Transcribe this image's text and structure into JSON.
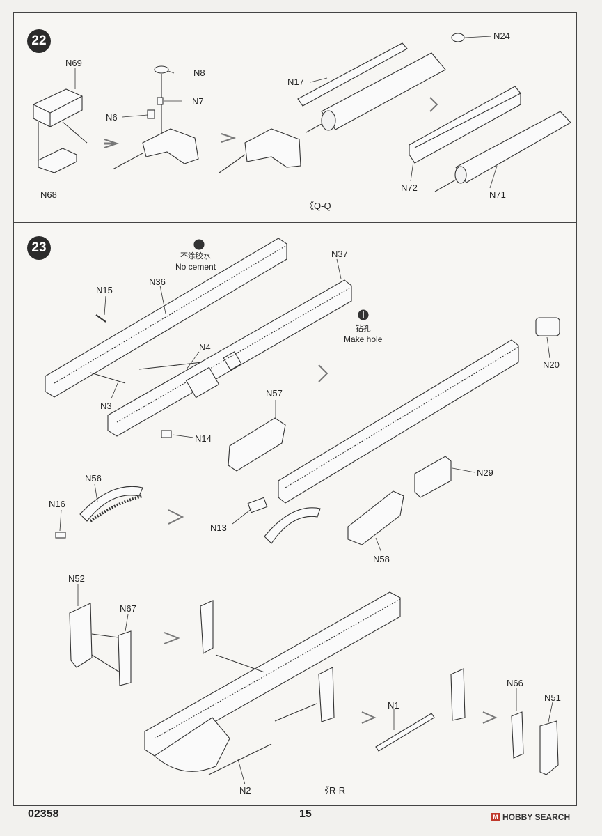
{
  "steps": {
    "s22": "22",
    "s23": "23"
  },
  "labels": {
    "N69": "N69",
    "N68": "N68",
    "N8": "N8",
    "N7": "N7",
    "N6": "N6",
    "N17": "N17",
    "N24": "N24",
    "N72": "N72",
    "N71": "N71",
    "N15": "N15",
    "N36": "N36",
    "N37": "N37",
    "N4": "N4",
    "N3": "N3",
    "N14": "N14",
    "N20": "N20",
    "N57": "N57",
    "N29": "N29",
    "N56": "N56",
    "N16": "N16",
    "N13": "N13",
    "N58": "N58",
    "N52": "N52",
    "N67": "N67",
    "N1": "N1",
    "N66": "N66",
    "N51": "N51",
    "N2": "N2"
  },
  "sections": {
    "qq": "《Q-Q",
    "rr": "《R-R"
  },
  "notes": {
    "no_cement_cn": "不涂胶水",
    "no_cement_en": "No cement",
    "make_hole_cn": "钻孔",
    "make_hole_en": "Make hole"
  },
  "footer": {
    "code": "02358",
    "page": "15",
    "watermark": "HOBBY SEARCH"
  }
}
